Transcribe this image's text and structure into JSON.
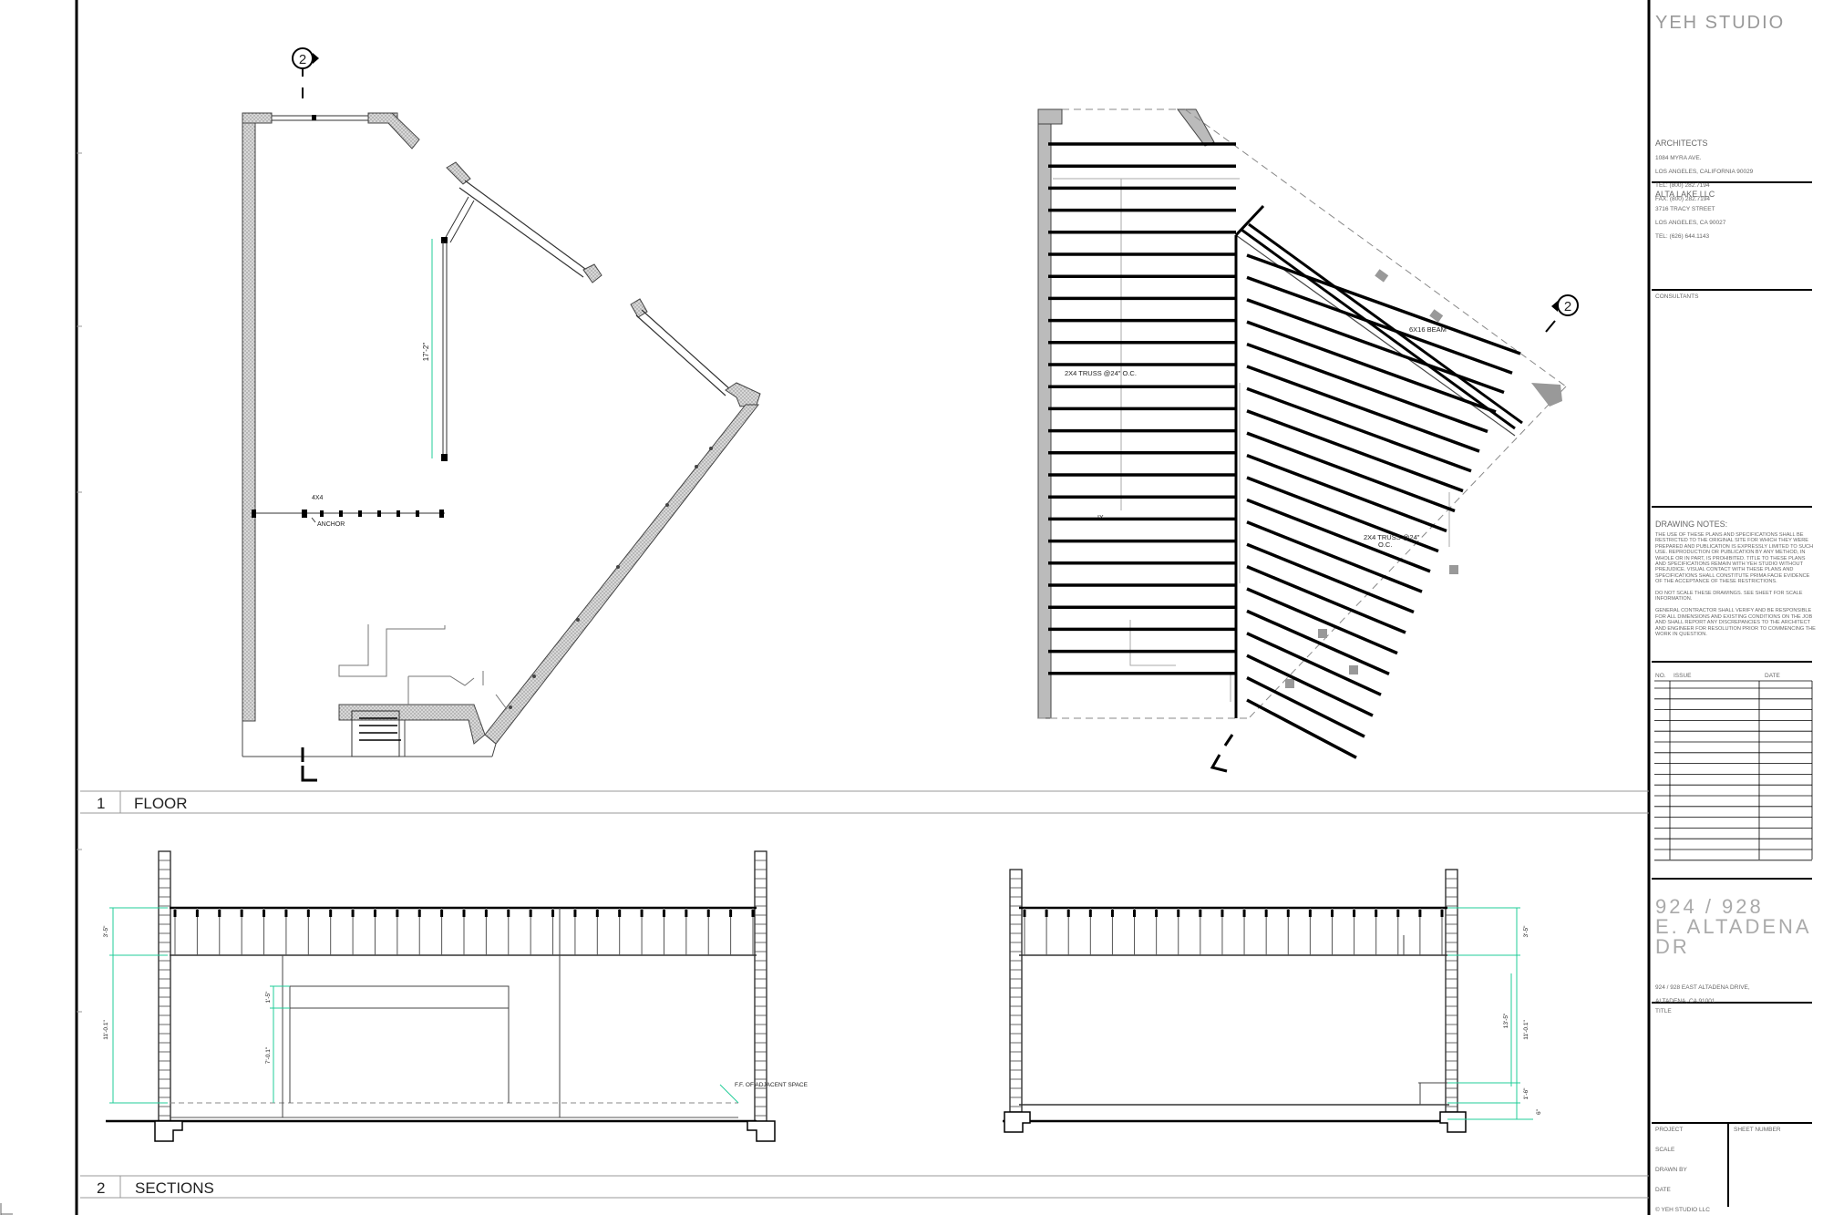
{
  "title_block": {
    "firm": "YEH STUDIO",
    "architect_heading": "ARCHITECTS",
    "architect_address": [
      "1084 MYRA AVE.",
      "LOS ANGELES, CALIFORNIA 90029",
      "TEL: (800) 282.7194",
      "FAX: (800) 282.7194"
    ],
    "client_name": "ALTA LAKE LLC",
    "client_address": [
      "3716 TRACY STREET",
      "LOS ANGELES, CA 90027",
      "TEL: (626) 644.1143"
    ],
    "consultants_label": "CONSULTANTS",
    "notes_heading": "DRAWING NOTES:",
    "notes_text": "THE USE OF THESE PLANS AND SPECIFICATIONS SHALL BE RESTRICTED TO THE ORIGINAL SITE FOR WHICH THEY WERE PREPARED AND PUBLICATION IS EXPRESSLY LIMITED TO SUCH USE. REPRODUCTION OR PUBLICATION BY ANY METHOD, IN WHOLE OR IN PART, IS PROHIBITED. TITLE TO THESE PLANS AND SPECIFICATIONS REMAIN WITH YEH STUDIO WITHOUT PREJUDICE. VISUAL CONTACT WITH THESE PLANS AND SPECIFICATIONS SHALL CONSTITUTE PRIMA FACIE EVIDENCE OF THE ACCEPTANCE OF THESE RESTRICTIONS.\n\nDO NOT SCALE THESE DRAWINGS. SEE SHEET FOR SCALE INFORMATION.\n\nGENERAL CONTRACTOR SHALL VERIFY AND BE RESPONSIBLE FOR ALL DIMENSIONS AND EXISTING CONDITIONS ON THE JOB AND SHALL REPORT ANY DISCREPANCIES TO THE ARCHITECT AND ENGINEER FOR RESOLUTION PRIOR TO COMMENCING THE WORK IN QUESTION.",
    "issue_table_headers": [
      "NO.",
      "ISSUE",
      "DATE"
    ],
    "project_title": "924 / 928\nE. ALTADENA DR",
    "project_address": [
      "924 / 928 EAST ALTADENA DRIVE,",
      "ALTADENA, CA 91001"
    ],
    "title_label": "TITLE",
    "project_label": "PROJECT",
    "sheet_number_label": "SHEET NUMBER",
    "scale_label": "SCALE",
    "drawn_by_label": "DRAWN BY",
    "date_label": "DATE",
    "copyright": "© YEH STUDIO LLC"
  },
  "drawings": {
    "floor": {
      "number": "1",
      "title": "FLOOR",
      "section_marker": "2",
      "dimension": "17'-2\"",
      "label_post": "4X4",
      "label_anchor": "ANCHOR"
    },
    "roof": {
      "section_marker": "2",
      "label_truss_main": "2X4 TRUSS @24\" O.C.",
      "label_truss_angled": "2X4 TRUSS @24\"",
      "label_truss_angled_2": "O.C.",
      "label_beam": "6X16 BEAM",
      "post_mark": "IX"
    },
    "sections": {
      "number": "2",
      "title": "SECTIONS",
      "left_dims": [
        "3'-5\"",
        "11'-0.1\"",
        "1'-5\"",
        "7'-0.1\""
      ],
      "ff_label": "F.F. OF ADJACENT SPACE",
      "right_dims": [
        "3'-5\"",
        "13'-5\"",
        "11'-0.1\"",
        "1'-6\"",
        "6\""
      ]
    }
  }
}
